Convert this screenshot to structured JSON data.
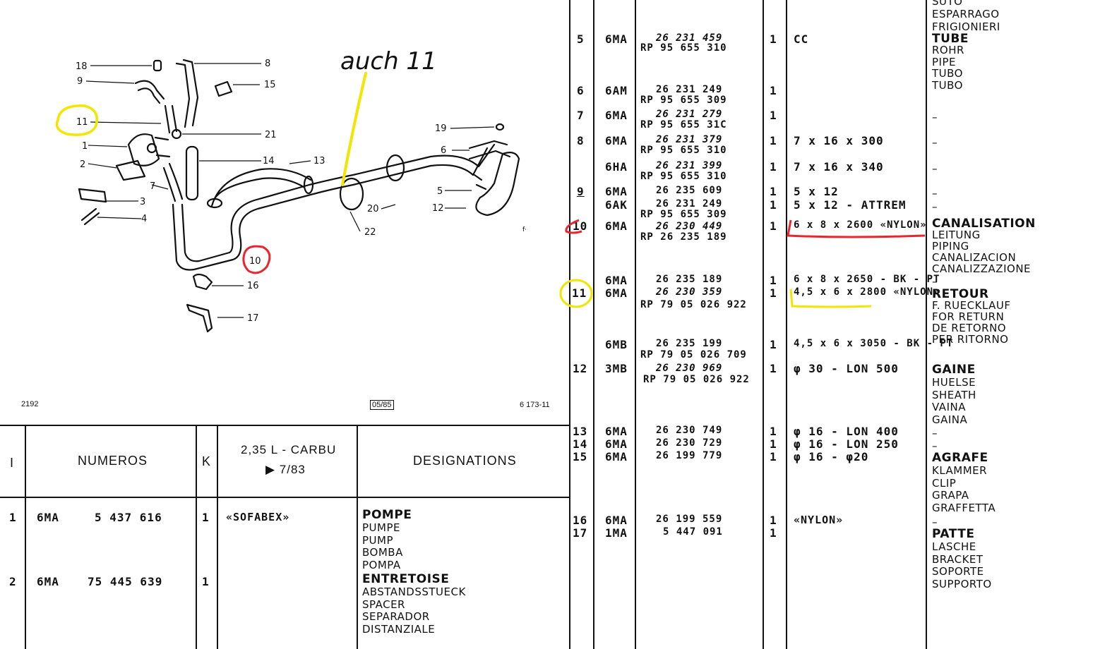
{
  "diagram": {
    "labels": [
      "18",
      "9",
      "11",
      "1",
      "2",
      "3",
      "4",
      "7",
      "8",
      "15",
      "21",
      "14",
      "13",
      "19",
      "6",
      "5",
      "12",
      "20",
      "22",
      "10",
      "16",
      "17"
    ],
    "handwritten_note": "auch 11",
    "stamp": "05/85",
    "footer_left": "2192",
    "footer_right": "6 173-11",
    "marker_f": "f·",
    "highlight_yellow": "#f2e600",
    "highlight_red": "#e8262d"
  },
  "header": {
    "col_i": "I",
    "col_numeros": "NUMEROS",
    "col_k": "K",
    "col_model_line1": "2,35 L - CARBU",
    "col_model_line2": "▶ 7/83",
    "col_designations": "DESIGNATIONS"
  },
  "left_rows": [
    {
      "index": "1",
      "code": "6MA",
      "number": "5 437 616",
      "qty": "1",
      "spec": "«SOFABEX»",
      "designation": [
        "POMPE",
        "PUMPE",
        "PUMP",
        "BOMBA",
        "POMPA"
      ]
    },
    {
      "index": "2",
      "code": "6MA",
      "number": "75 445 639",
      "qty": "1",
      "spec": "",
      "designation": [
        "ENTRETOISE",
        "ABSTANDSSTUECK",
        "SPACER",
        "SEPARADOR",
        "DISTANZIALE"
      ]
    }
  ],
  "top_designation_partial": [
    "SUTO",
    "ESPARRAGO",
    "FRIGIONIERI"
  ],
  "right_rows": [
    {
      "index": "5",
      "code": "6MA",
      "num1": "26 231 459",
      "num2": "RP 95 655 310",
      "qty": "1",
      "spec": "CC"
    },
    {
      "index": "6",
      "code": "6AM",
      "num1": "26 231 249",
      "num2": "RP 95 655 309",
      "qty": "1",
      "spec": ""
    },
    {
      "index": "7",
      "code": "6MA",
      "num1": "26 231 279",
      "num2": "RP 95 655 31C",
      "qty": "1",
      "spec": ""
    },
    {
      "index": "8",
      "code": "6MA",
      "num1": "26 231 379",
      "num2": "RP 95 655 310",
      "qty": "1",
      "spec": "7 x 16 x 300"
    },
    {
      "index": "",
      "code": "6HA",
      "num1": "26 231 399",
      "num2": "RP 95 655 310",
      "qty": "1",
      "spec": "7 x 16 x 340"
    },
    {
      "index": "9",
      "code": "6MA",
      "num1": "26 235 609",
      "num2": "",
      "qty": "1",
      "spec": "5 x 12"
    },
    {
      "index": "",
      "code": "6AK",
      "num1": "26 231 249",
      "num2": "RP 95 655 309",
      "qty": "1",
      "spec": "5 x 12 - ATTREM"
    },
    {
      "index": "10",
      "code": "6MA",
      "num1": "26 230 449",
      "num2": "RP 26 235 189",
      "qty": "1",
      "spec": "6 x 8 x 2600 «NYLON»"
    },
    {
      "index": "",
      "code": "6MA",
      "num1": "26 235 189",
      "num2": "",
      "qty": "1",
      "spec": "6 x 8 x 2650 - BK - PT"
    },
    {
      "index": "11",
      "code": "6MA",
      "num1": "26 230 359",
      "num2": "RP 79 05 026 922",
      "qty": "1",
      "spec": "4,5 x 6 x 2800 «NYLON»"
    },
    {
      "index": "",
      "code": "6MB",
      "num1": "26 235 199",
      "num2": "RP 79 05 026 709",
      "qty": "1",
      "spec": "4,5 x 6 x 3050 - BK - PT"
    },
    {
      "index": "12",
      "code": "3MB",
      "num1": "26 230 969",
      "num2": "RP 79 05 026 922",
      "qty": "1",
      "spec": "φ 30 - LON 500"
    },
    {
      "index": "13",
      "code": "6MA",
      "num1": "26 230 749",
      "num2": "",
      "qty": "1",
      "spec": "φ 16 - LON 400"
    },
    {
      "index": "14",
      "code": "6MA",
      "num1": "26 230 729",
      "num2": "",
      "qty": "1",
      "spec": "φ 16 - LON 250"
    },
    {
      "index": "15",
      "code": "6MA",
      "num1": "26 199 779",
      "num2": "",
      "qty": "1",
      "spec": "φ 16 - φ20"
    },
    {
      "index": "16",
      "code": "6MA",
      "num1": "26 199 559",
      "num2": "",
      "qty": "1",
      "spec": "«NYLON»"
    },
    {
      "index": "17",
      "code": "1MA",
      "num1": "5 447 091",
      "num2": "",
      "qty": "1",
      "spec": ""
    }
  ],
  "designations": {
    "tube": [
      "TUBE",
      "ROHR",
      "PIPE",
      "TUBO",
      "TUBO"
    ],
    "canalisation": [
      "CANALISATION",
      "LEITUNG",
      "PIPING",
      "CANALIZACION",
      "CANALIZZAZIONE"
    ],
    "retour": [
      "RETOUR",
      "F. RUECKLAUF",
      "FOR RETURN",
      "DE RETORNO",
      "PER RITORNO"
    ],
    "gaine": [
      "GAINE",
      "HUELSE",
      "SHEATH",
      "VAINA",
      "GAINA"
    ],
    "agrafe": [
      "AGRAFE",
      "KLAMMER",
      "CLIP",
      "GRAPA",
      "GRAFFETTA"
    ],
    "patte": [
      "PATTE",
      "LASCHE",
      "BRACKET",
      "SOPORTE",
      "SUPPORTO"
    ],
    "dash": "–"
  }
}
